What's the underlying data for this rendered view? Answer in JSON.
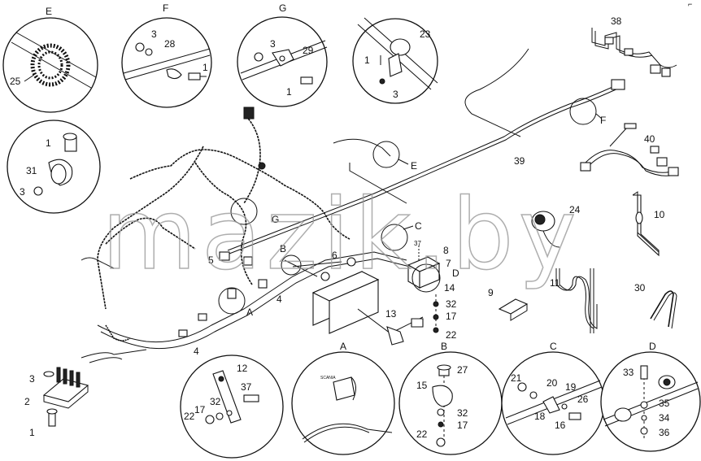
{
  "watermark": "mazik.by",
  "corner_mark": "⌐",
  "detail_letters": {
    "E": "E",
    "F": "F",
    "G": "G",
    "A": "A",
    "B": "B",
    "C": "C",
    "D": "D"
  },
  "callout_letters": {
    "E": "E",
    "F": "F",
    "G": "G",
    "A": "A",
    "B": "B",
    "C": "C",
    "D": "D"
  },
  "part_numbers": {
    "n1": "1",
    "n2": "2",
    "n3": "3",
    "n4": "4",
    "n5": "5",
    "n6": "6",
    "n7": "7",
    "n8": "8",
    "n9": "9",
    "n10": "10",
    "n11": "11",
    "n12": "12",
    "n13": "13",
    "n14": "14",
    "n15": "15",
    "n16": "16",
    "n17": "17",
    "n18": "18",
    "n19": "19",
    "n20": "20",
    "n21": "21",
    "n22": "22",
    "n23": "23",
    "n24": "24",
    "n25": "25",
    "n26": "26",
    "n27": "27",
    "n28": "28",
    "n29": "29",
    "n30": "30",
    "n31": "31",
    "n32": "32",
    "n33": "33",
    "n34": "34",
    "n35": "35",
    "n36": "36",
    "n37": "37",
    "n38": "38",
    "n39": "39",
    "n40": "40"
  },
  "tiny_label_37": "37",
  "connector_label_a": "SCANIA"
}
